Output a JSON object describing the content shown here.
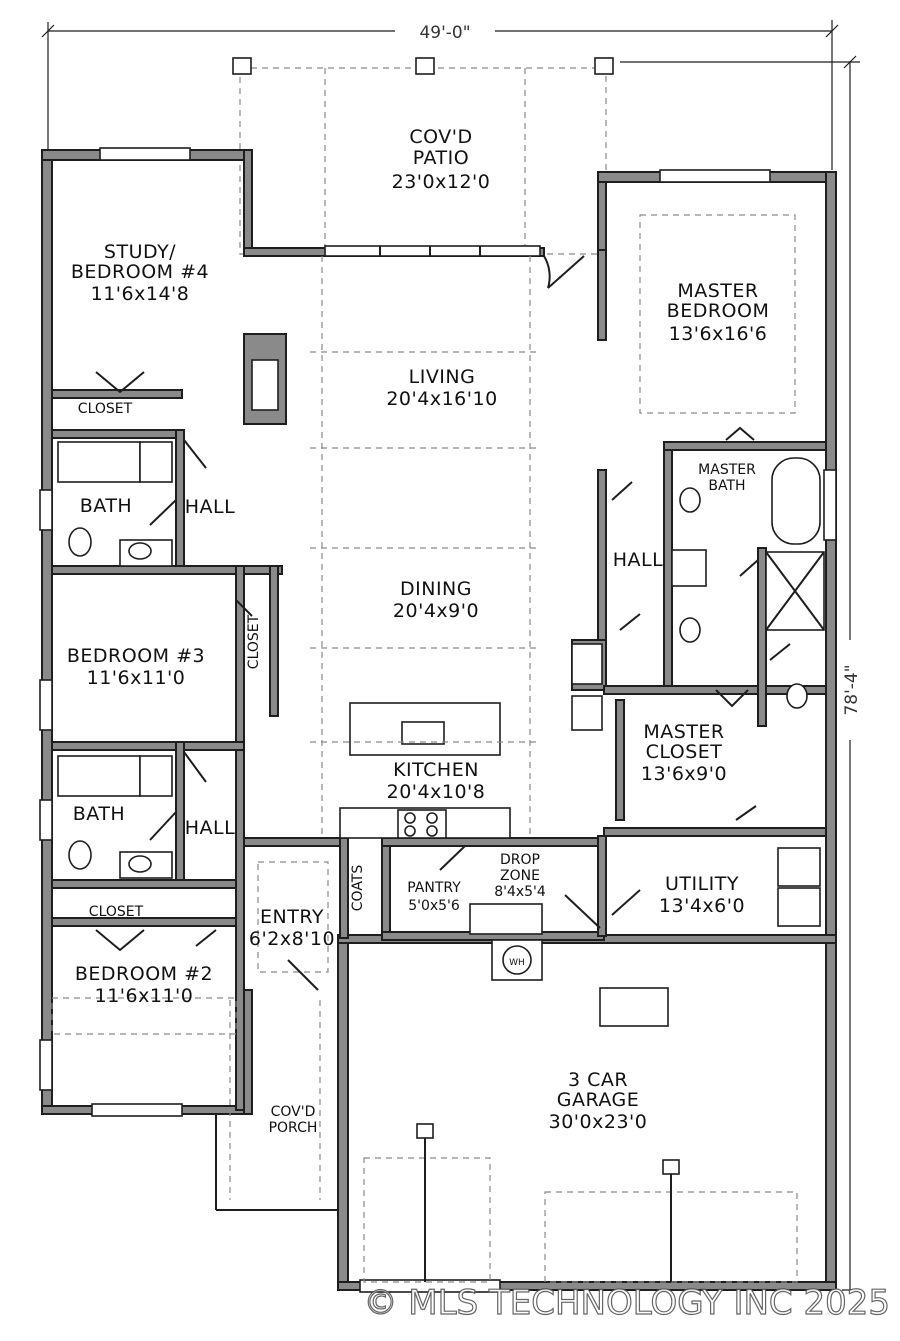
{
  "dimensions": {
    "width": "49'-0\"",
    "depth": "78'-4\""
  },
  "rooms": {
    "patio": {
      "line1": "COV'D",
      "line2": "PATIO",
      "size": "23'0x12'0"
    },
    "study": {
      "line1": "STUDY/",
      "line2": "BEDROOM #4",
      "size": "11'6x14'8"
    },
    "closet_study": {
      "name": "CLOSET"
    },
    "bath_upper": {
      "name": "BATH"
    },
    "hall_upper": {
      "name": "HALL"
    },
    "living": {
      "name": "LIVING",
      "size": "20'4x16'10"
    },
    "dining": {
      "name": "DINING",
      "size": "20'4x9'0"
    },
    "kitchen": {
      "name": "KITCHEN",
      "size": "20'4x10'8"
    },
    "master_bedroom": {
      "line1": "MASTER",
      "line2": "BEDROOM",
      "size": "13'6x16'6"
    },
    "master_bath": {
      "line1": "MASTER",
      "line2": "BATH"
    },
    "hall_right": {
      "name": "HALL"
    },
    "master_closet": {
      "line1": "MASTER",
      "line2": "CLOSET",
      "size": "13'6x9'0"
    },
    "bedroom3": {
      "name": "BEDROOM #3",
      "size": "11'6x11'0"
    },
    "closet_b3": {
      "name": "CLOSET"
    },
    "bath_lower": {
      "name": "BATH"
    },
    "hall_lower": {
      "name": "HALL"
    },
    "closet_b2": {
      "name": "CLOSET"
    },
    "bedroom2": {
      "name": "BEDROOM #2",
      "size": "11'6x11'0"
    },
    "entry": {
      "name": "ENTRY",
      "size": "6'2x8'10"
    },
    "coats": {
      "name": "COATS"
    },
    "pantry": {
      "name": "PANTRY",
      "size": "5'0x5'6"
    },
    "drop_zone": {
      "line1": "DROP",
      "line2": "ZONE",
      "size": "8'4x5'4"
    },
    "utility": {
      "name": "UTILITY",
      "size": "13'4x6'0"
    },
    "water_heater": {
      "name": "WH"
    },
    "porch": {
      "line1": "COV'D",
      "line2": "PORCH"
    },
    "garage": {
      "line1": "3 CAR",
      "line2": "GARAGE",
      "size": "30'0x23'0"
    }
  },
  "watermark": "© MLS TECHNOLOGY INC 2025"
}
